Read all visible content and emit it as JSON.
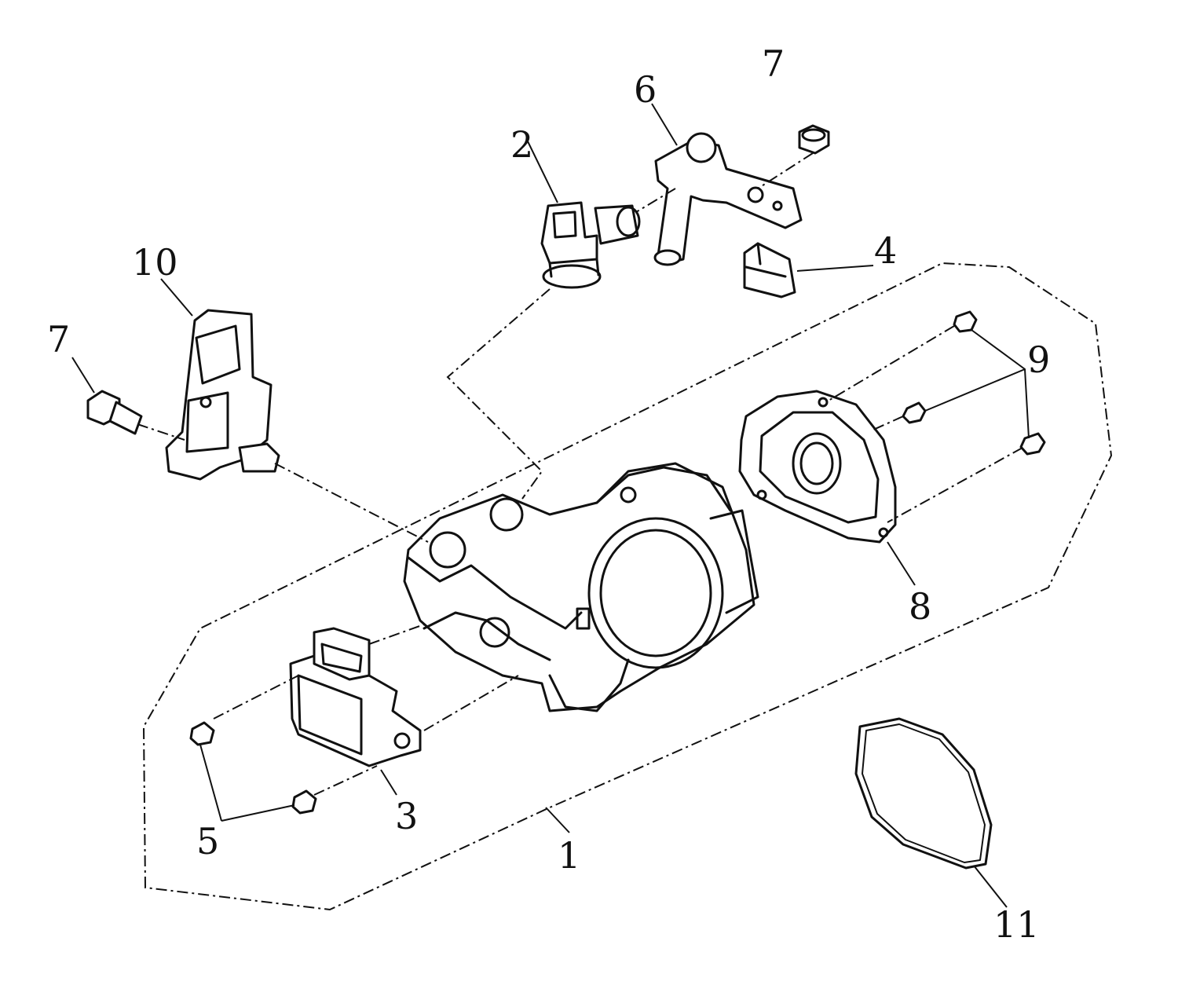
{
  "callouts": {
    "c1": "1",
    "c2": "2",
    "c3": "3",
    "c4": "4",
    "c5": "5",
    "c6": "6",
    "c7a": "7",
    "c7b": "7",
    "c8": "8",
    "c9": "9",
    "c10": "10",
    "c11": "11"
  }
}
